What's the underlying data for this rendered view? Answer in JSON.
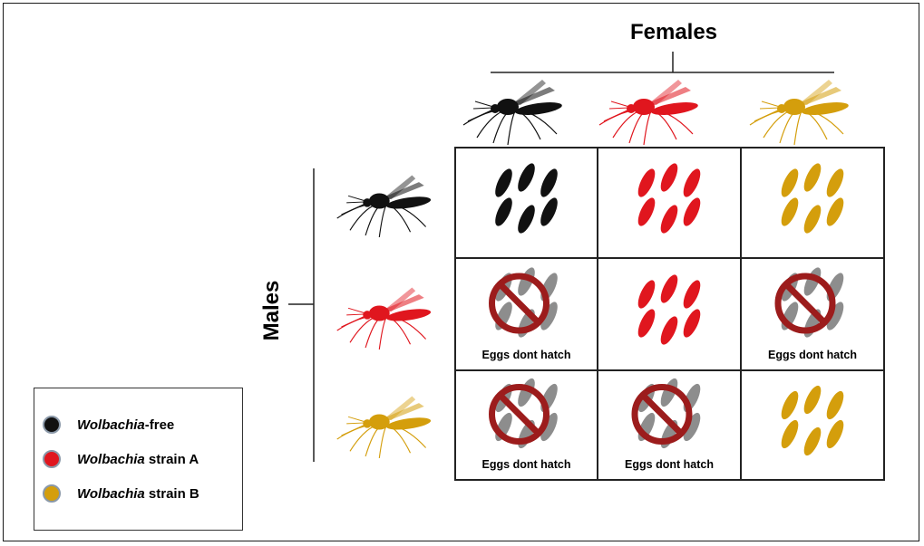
{
  "header": {
    "females_label": "Females",
    "males_label": "Males"
  },
  "colors": {
    "free": "#111111",
    "strain_a": "#e0161e",
    "strain_b": "#d49e0c",
    "no_hatch_sign": "#9c1c1c",
    "no_hatch_egg": "#8d8d8d"
  },
  "females": [
    {
      "id": "free",
      "color_key": "free",
      "icon": "mosquito-female-icon"
    },
    {
      "id": "strain_a",
      "color_key": "strain_a",
      "icon": "mosquito-female-icon"
    },
    {
      "id": "strain_b",
      "color_key": "strain_b",
      "icon": "mosquito-female-icon"
    }
  ],
  "males": [
    {
      "id": "free",
      "color_key": "free",
      "icon": "mosquito-male-icon"
    },
    {
      "id": "strain_a",
      "color_key": "strain_a",
      "icon": "mosquito-male-icon"
    },
    {
      "id": "strain_b",
      "color_key": "strain_b",
      "icon": "mosquito-male-icon"
    }
  ],
  "grid": [
    [
      {
        "hatch": true,
        "egg_color": "free",
        "label": ""
      },
      {
        "hatch": true,
        "egg_color": "strain_a",
        "label": ""
      },
      {
        "hatch": true,
        "egg_color": "strain_b",
        "label": ""
      }
    ],
    [
      {
        "hatch": false,
        "label": "Eggs dont hatch"
      },
      {
        "hatch": true,
        "egg_color": "strain_a",
        "label": ""
      },
      {
        "hatch": false,
        "label": "Eggs dont hatch"
      }
    ],
    [
      {
        "hatch": false,
        "label": "Eggs dont hatch"
      },
      {
        "hatch": false,
        "label": "Eggs dont hatch"
      },
      {
        "hatch": true,
        "egg_color": "strain_b",
        "label": ""
      }
    ]
  ],
  "legend": {
    "items": [
      {
        "italic": "Wolbachia",
        "rest": "-free",
        "color_key": "free"
      },
      {
        "italic": "Wolbachia",
        "rest": " strain A",
        "color_key": "strain_a"
      },
      {
        "italic": "Wolbachia",
        "rest": " strain B",
        "color_key": "strain_b"
      }
    ]
  }
}
